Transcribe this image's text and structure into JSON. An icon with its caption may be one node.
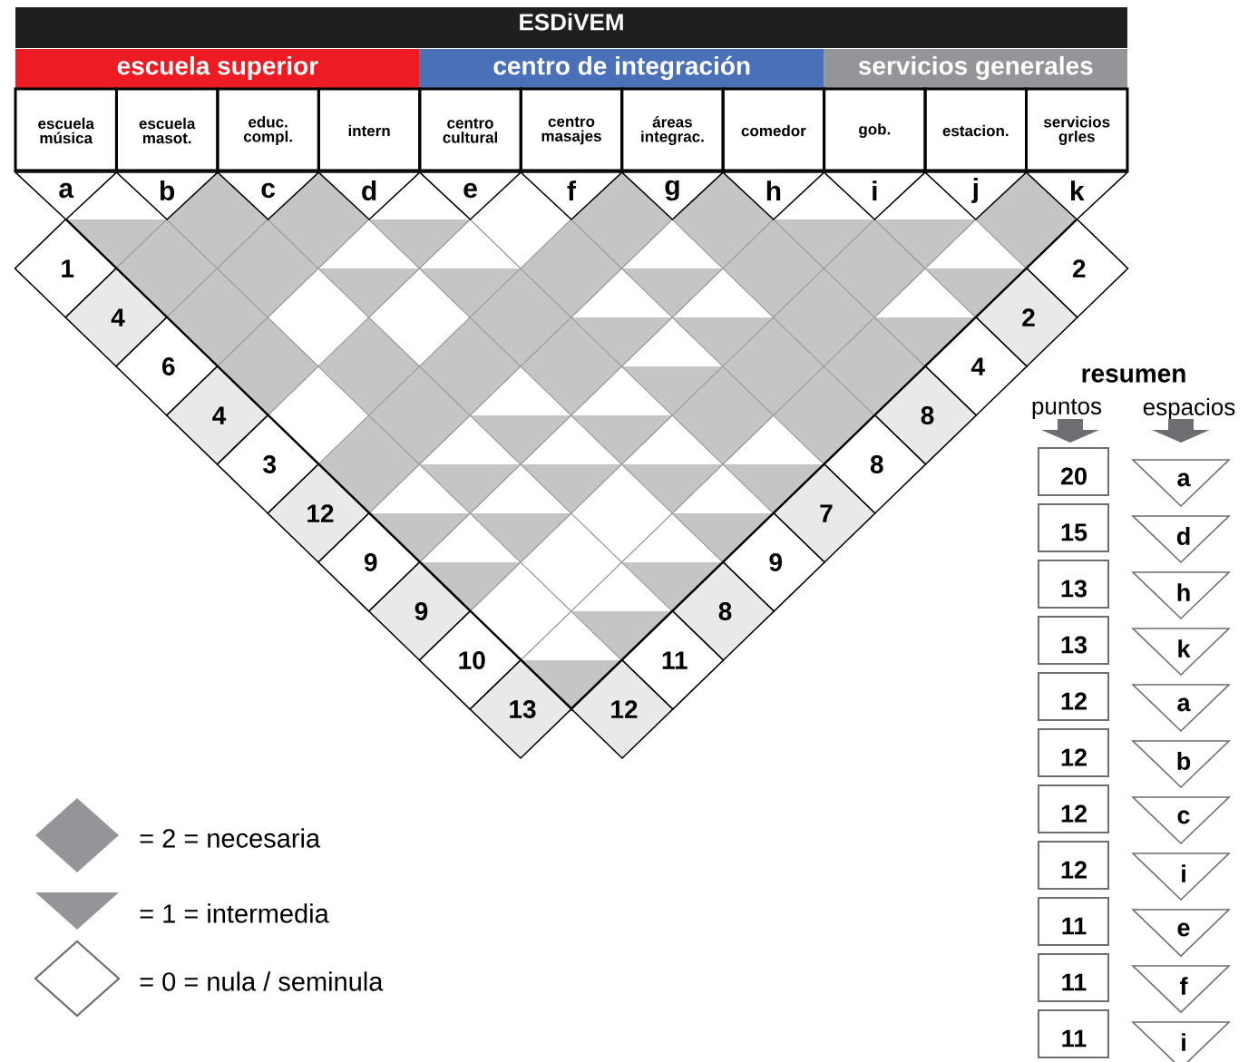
{
  "diagram": {
    "title": "ESDiVEM",
    "nodes": [
      {
        "text": [
          "escuela superior"
        ]
      },
      {
        "text": [
          "centro de integración"
        ]
      },
      {
        "text": [
          "servicios generales"
        ]
      },
      {
        "text": [
          "escuela música"
        ]
      },
      {
        "text": [
          "escuela masot."
        ]
      },
      {
        "text": [
          "educ. compl."
        ]
      },
      {
        "text": [
          "intern"
        ]
      },
      {
        "text": [
          "centro cultural"
        ]
      },
      {
        "text": [
          "centro masajes"
        ]
      },
      {
        "text": [
          "áreas integrac."
        ]
      },
      {
        "text": [
          "comedor"
        ]
      },
      {
        "text": [
          "gob."
        ]
      },
      {
        "text": [
          "estacion."
        ]
      },
      {
        "text": [
          "servicios grles"
        ]
      },
      {
        "text": [
          "a"
        ]
      },
      {
        "text": [
          "b"
        ]
      },
      {
        "text": [
          "c"
        ]
      },
      {
        "text": [
          "d"
        ]
      },
      {
        "text": [
          "e"
        ]
      },
      {
        "text": [
          "f"
        ]
      },
      {
        "text": [
          "g"
        ]
      },
      {
        "text": [
          "h"
        ]
      },
      {
        "text": [
          "i"
        ]
      },
      {
        "text": [
          "j"
        ]
      },
      {
        "text": [
          "k"
        ]
      },
      {
        "text": [
          "1"
        ]
      },
      {
        "text": [
          "4"
        ]
      },
      {
        "text": [
          "6"
        ]
      },
      {
        "text": [
          "4"
        ]
      },
      {
        "text": [
          "3"
        ]
      },
      {
        "text": [
          "12"
        ]
      },
      {
        "text": [
          "9"
        ]
      },
      {
        "text": [
          "9"
        ]
      },
      {
        "text": [
          "10"
        ]
      },
      {
        "text": [
          "13"
        ]
      },
      {
        "text": [
          "2"
        ]
      },
      {
        "text": [
          "2"
        ]
      },
      {
        "text": [
          "4"
        ]
      },
      {
        "text": [
          "8"
        ]
      },
      {
        "text": [
          "8"
        ]
      },
      {
        "text": [
          "7"
        ]
      },
      {
        "text": [
          "9"
        ]
      },
      {
        "text": [
          "8"
        ]
      },
      {
        "text": [
          "11"
        ]
      },
      {
        "text": [
          "12"
        ]
      },
      {
        "text": [
          "20"
        ]
      },
      {
        "text": [
          "15"
        ]
      },
      {
        "text": [
          "13"
        ]
      },
      {
        "text": [
          "13"
        ]
      },
      {
        "text": [
          "12"
        ]
      },
      {
        "text": [
          "12"
        ]
      },
      {
        "text": [
          "12"
        ]
      },
      {
        "text": [
          "12"
        ]
      },
      {
        "text": [
          "11"
        ]
      },
      {
        "text": [
          "11"
        ]
      },
      {
        "text": [
          "11"
        ]
      },
      {
        "text": [
          "a"
        ]
      },
      {
        "text": [
          "d"
        ]
      },
      {
        "text": [
          "h"
        ]
      },
      {
        "text": [
          "k"
        ]
      },
      {
        "text": [
          "a"
        ]
      },
      {
        "text": [
          "b"
        ]
      },
      {
        "text": [
          "c"
        ]
      },
      {
        "text": [
          "i"
        ]
      },
      {
        "text": [
          "e"
        ]
      },
      {
        "text": [
          "f"
        ]
      },
      {
        "text": [
          "i"
        ]
      }
    ],
    "labels": [
      "resumen",
      "puntos",
      "espacios"
    ],
    "legend": [
      {
        "text": "= 2 = necesaria",
        "color": "#939598"
      },
      {
        "text": "= 1 = intermedia",
        "color": "#939598"
      },
      {
        "text": "= 0 = nula / seminula",
        "color": "#6d6e71"
      }
    ]
  }
}
